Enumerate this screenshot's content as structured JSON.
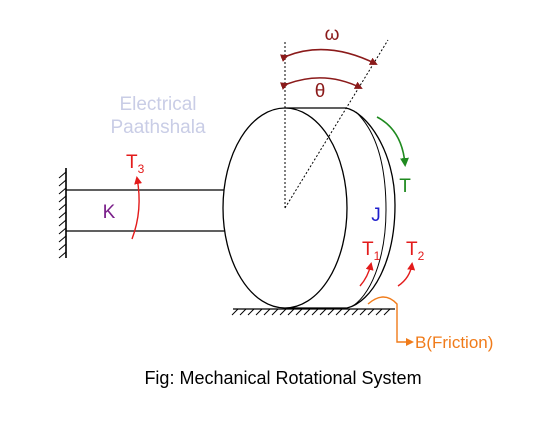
{
  "diagram": {
    "caption": "Fig: Mechanical Rotational System",
    "watermark": [
      "Electrical",
      "Paathshala"
    ],
    "labels": {
      "omega": "ω",
      "theta": "θ",
      "torque_applied": "T",
      "inertia": "J",
      "stiffness": "K",
      "t1_base": "T",
      "t1_sub": "1",
      "t2_base": "T",
      "t2_sub": "2",
      "t3_base": "T",
      "t3_sub": "3",
      "friction": "B(Friction)"
    },
    "colors": {
      "line": "#000000",
      "angle_arrow": "#8b1a1a",
      "angle_text": "#8b1a1a",
      "torque_applied": "#1f8a1f",
      "inertia_text": "#1f1fcc",
      "stiffness_text": "#7a1f8a",
      "reaction_torque": "#e31b1b",
      "friction": "#f07b1a",
      "watermark": "#c9cde6",
      "caption": "#000000"
    }
  }
}
